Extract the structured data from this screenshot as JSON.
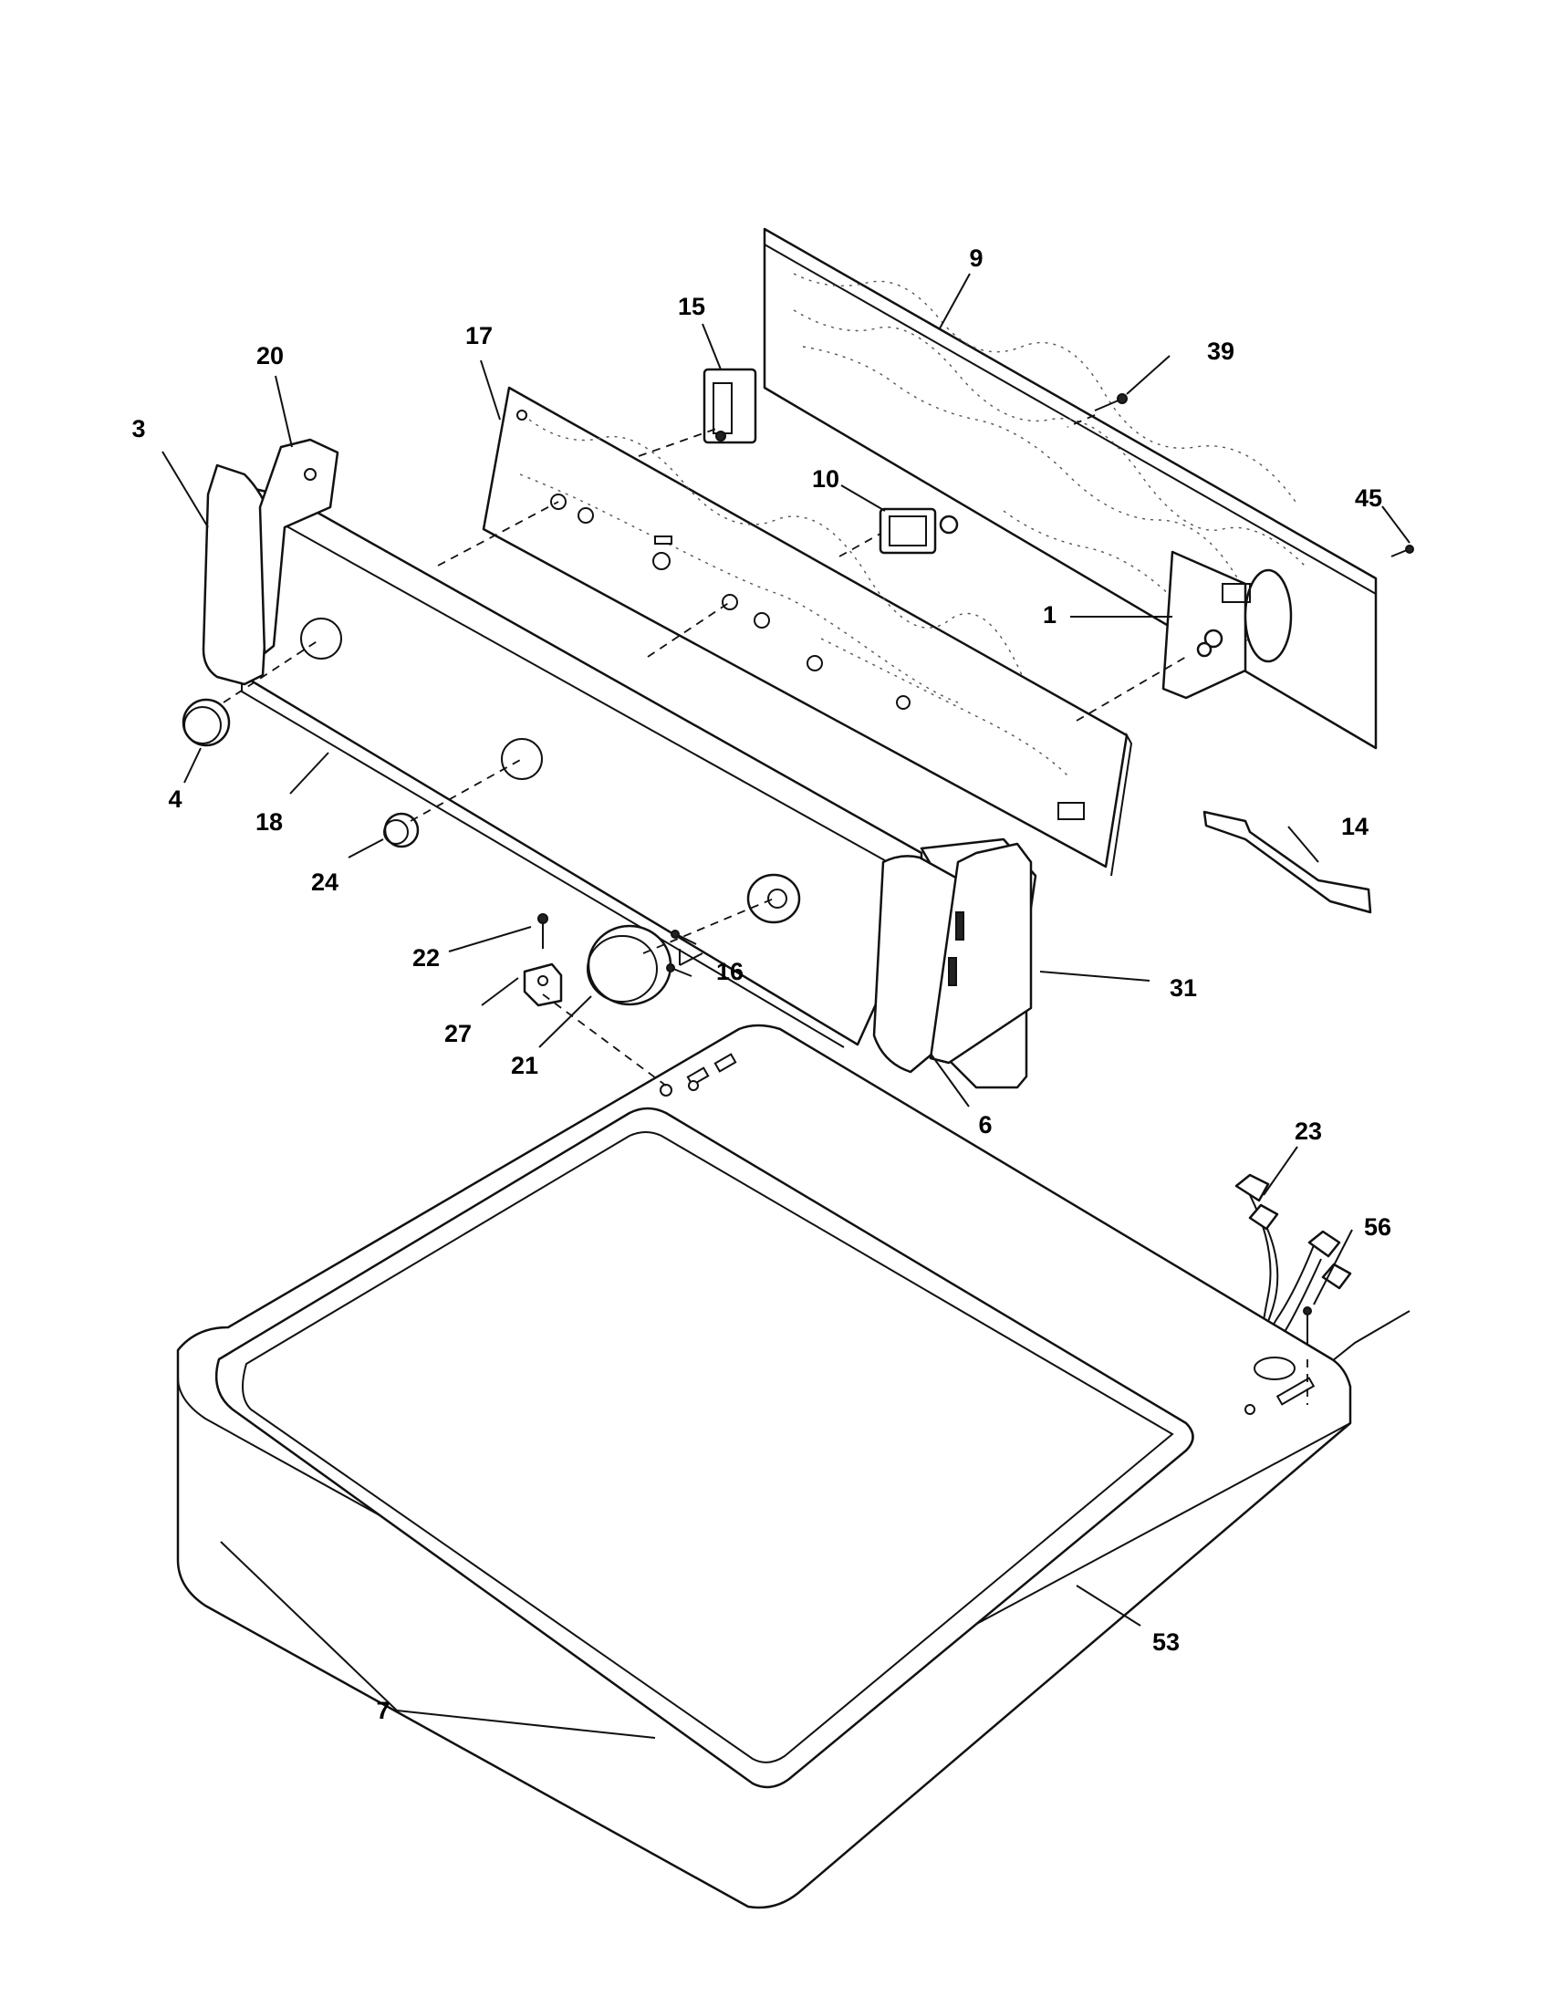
{
  "callouts": [
    {
      "key": "c1",
      "label": "1"
    },
    {
      "key": "c3",
      "label": "3"
    },
    {
      "key": "c4",
      "label": "4"
    },
    {
      "key": "c6",
      "label": "6"
    },
    {
      "key": "c7",
      "label": "7"
    },
    {
      "key": "c9",
      "label": "9"
    },
    {
      "key": "c10",
      "label": "10"
    },
    {
      "key": "c14",
      "label": "14"
    },
    {
      "key": "c15",
      "label": "15"
    },
    {
      "key": "c16",
      "label": "16"
    },
    {
      "key": "c17",
      "label": "17"
    },
    {
      "key": "c18",
      "label": "18"
    },
    {
      "key": "c20",
      "label": "20"
    },
    {
      "key": "c21",
      "label": "21"
    },
    {
      "key": "c22",
      "label": "22"
    },
    {
      "key": "c23",
      "label": "23"
    },
    {
      "key": "c24",
      "label": "24"
    },
    {
      "key": "c27",
      "label": "27"
    },
    {
      "key": "c31",
      "label": "31"
    },
    {
      "key": "c39",
      "label": "39"
    },
    {
      "key": "c45",
      "label": "45"
    },
    {
      "key": "c53",
      "label": "53"
    },
    {
      "key": "c56",
      "label": "56"
    }
  ]
}
